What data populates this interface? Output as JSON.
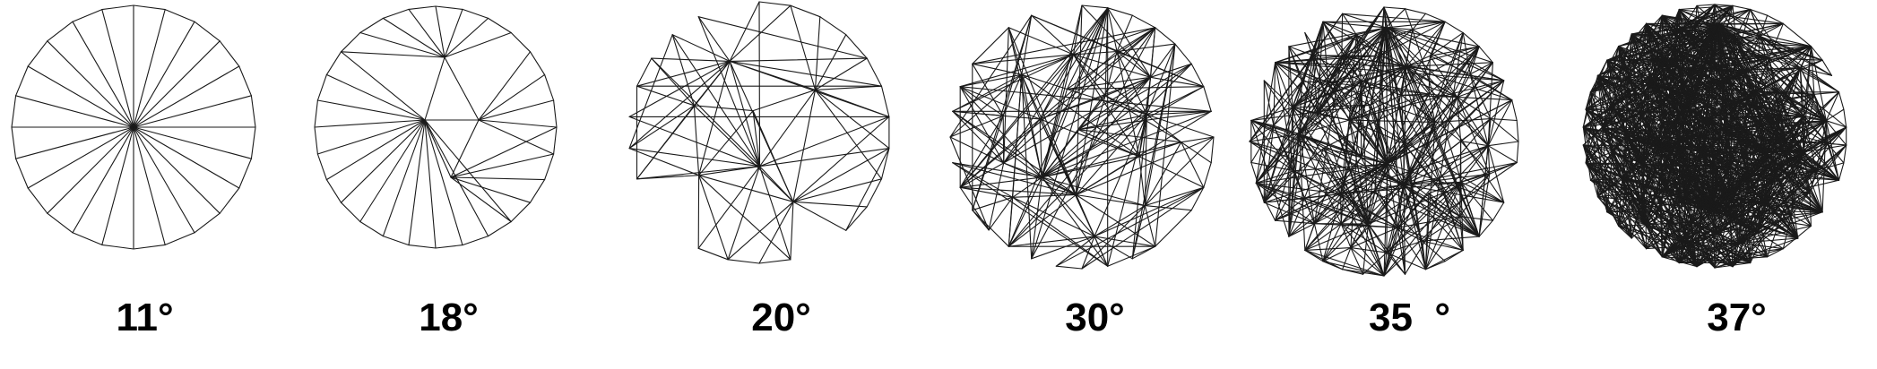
{
  "panels": [
    {
      "label": "11°",
      "style": "fan"
    },
    {
      "label": "18°",
      "style": "multi-fan"
    },
    {
      "label": "20°",
      "style": "coarse-mesh"
    },
    {
      "label": "30°",
      "style": "medium-mesh"
    },
    {
      "label": "35  °",
      "style": "dense-mesh"
    },
    {
      "label": "37°",
      "style": "fine-mesh"
    }
  ],
  "colors": {
    "line": "#1a1a1a",
    "label": "#000000",
    "background": "#ffffff"
  }
}
